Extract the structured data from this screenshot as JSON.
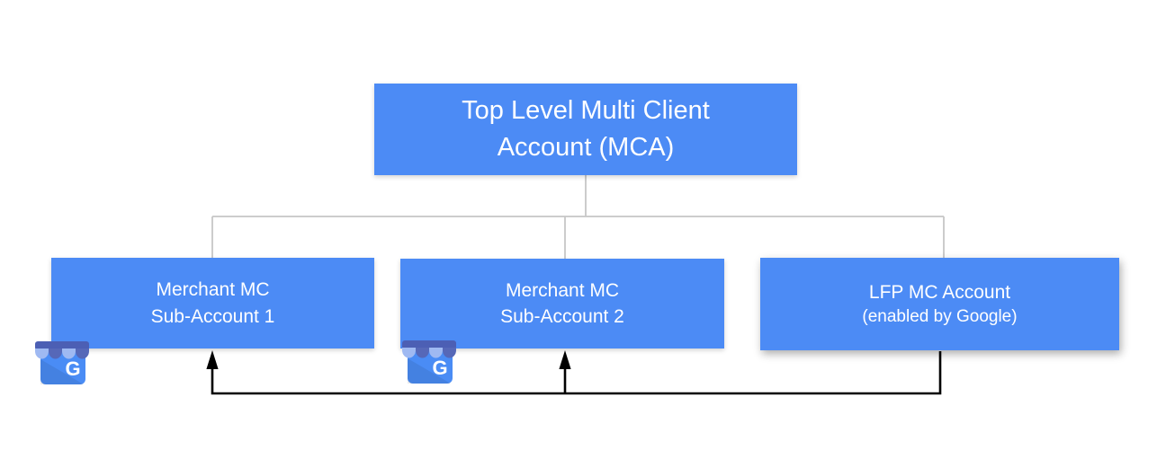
{
  "diagram": {
    "root": {
      "line1": "Top Level Multi Client",
      "line2": "Account (MCA)"
    },
    "nodes": [
      {
        "line1": "Merchant MC",
        "line2": "Sub-Account 1"
      },
      {
        "line1": "Merchant MC",
        "line2": "Sub-Account 2"
      },
      {
        "line1": "LFP MC Account",
        "line2": "(enabled by Google)"
      }
    ],
    "icons": {
      "gmb_letter": "G"
    },
    "colors": {
      "node_fill": "#4c8bf5",
      "node_text": "#ffffff",
      "tree_line": "#c6c6c6",
      "arrow_line": "#000000",
      "background": "#ffffff",
      "gmb_body": "#4a8cf5",
      "gmb_awning_bar": "#4c5fb4",
      "gmb_awning_dark": "#5668b8",
      "gmb_awning_light": "#9fb9f2"
    }
  }
}
